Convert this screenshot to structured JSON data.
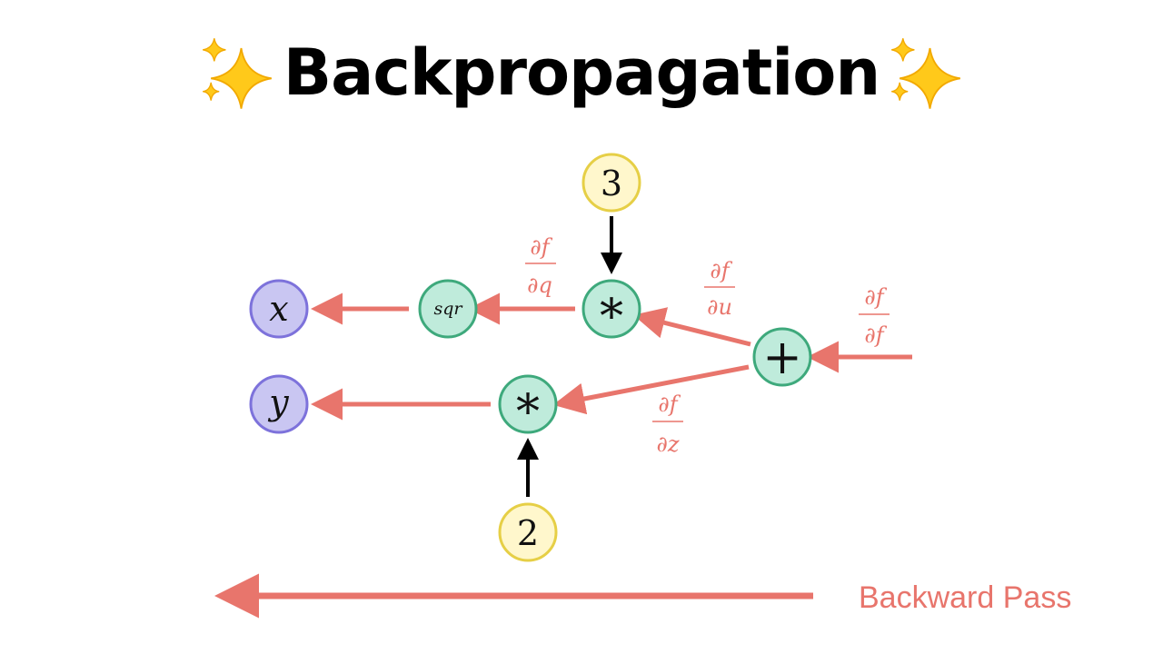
{
  "title": "Backpropagation",
  "colors": {
    "input_fill": "#C9C6F2",
    "input_stroke": "#7D72DB",
    "op_fill": "#BFEBDB",
    "op_stroke": "#3EA97C",
    "const_fill": "#FFF7CC",
    "const_stroke": "#E6CF46",
    "gradient": "#E8756C",
    "forward_arrow": "#000000"
  },
  "icons": {
    "title_decoration": "sparkles-icon"
  },
  "nodes": {
    "x": "x",
    "y": "y",
    "sqr": "sqr",
    "mul_top": "*",
    "mul_bottom": "*",
    "add": "+",
    "const_top": "3",
    "const_bottom": "2"
  },
  "derivatives": {
    "df_dq": {
      "num": "∂f",
      "den": "∂q"
    },
    "df_du": {
      "num": "∂f",
      "den": "∂u"
    },
    "df_df": {
      "num": "∂f",
      "den": "∂f"
    },
    "df_dz": {
      "num": "∂f",
      "den": "∂z"
    }
  },
  "legend": {
    "backward_pass": "Backward Pass"
  }
}
